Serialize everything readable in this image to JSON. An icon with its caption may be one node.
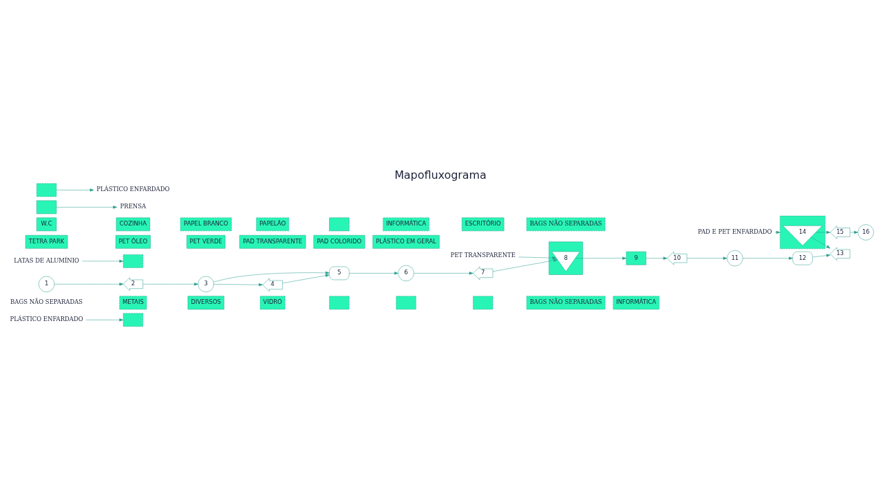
{
  "diagram": {
    "title": "Mapofluxograma",
    "nodes": [
      {
        "text": [
          "PLÁSTICO ENFARDADO"
        ]
      },
      {
        "text": [
          "METAIS"
        ]
      },
      {
        "text": [
          "DIVERSOS"
        ]
      },
      {
        "text": [
          "PAD E PET ENFARDADO"
        ]
      },
      {
        "text": [
          "PET TRANSPARENTE"
        ]
      },
      {
        "text": [
          "LATAS DE ALUMÍNIO"
        ]
      },
      {
        "text": [],
        "shape": "box"
      },
      {
        "text": [],
        "shape": "box"
      },
      {
        "text": [],
        "shape": "box"
      },
      {
        "text": [
          "VIDRO"
        ]
      },
      {
        "text": [
          "BAGS NÃO SEPARADAS"
        ]
      },
      {
        "text": [],
        "shape": "box"
      },
      {
        "text": [
          "14"
        ],
        "in": 11
      },
      {
        "text": [
          "TETRA PARK"
        ]
      },
      {
        "text": [
          "PET ÓLEO"
        ]
      },
      {
        "text": [
          "PET VERDE"
        ]
      },
      {
        "text": [],
        "shape": "box"
      },
      {
        "text": [
          "8"
        ],
        "in": 16
      },
      {
        "text": [
          "PAD TRANSPARENTE"
        ]
      },
      {
        "text": [
          "PAD COLORIDO"
        ]
      },
      {
        "text": [
          "PLÁSTICO EM GERAL"
        ]
      },
      {
        "text": [
          "INFORMÁTICA"
        ]
      },
      {
        "text": [
          "6"
        ]
      },
      {
        "text": [
          "5"
        ]
      },
      {
        "text": [
          "3"
        ]
      },
      {
        "text": [
          "2"
        ]
      },
      {
        "text": [
          "1"
        ]
      },
      {
        "text": [
          "13"
        ]
      },
      {
        "text": [
          "9"
        ]
      },
      {
        "text": [
          "7"
        ]
      },
      {
        "text": [
          "4"
        ]
      },
      {
        "text": [],
        "shape": "box"
      },
      {
        "text": [],
        "shape": "box"
      },
      {
        "text": [
          "10"
        ]
      },
      {
        "text": [
          "16"
        ]
      },
      {
        "text": [
          "15"
        ]
      },
      {
        "text": [
          "W.C"
        ]
      },
      {
        "text": [
          "COZINHA"
        ]
      },
      {
        "text": [
          "PAPEL BRANCO"
        ]
      },
      {
        "text": [
          "PAPELÃO"
        ]
      },
      {
        "text": [],
        "shape": "box"
      },
      {
        "text": [
          "11"
        ]
      },
      {
        "text": [],
        "shape": "box"
      },
      {
        "text": [
          "12"
        ]
      },
      {
        "text": [],
        "shape": "box"
      },
      {
        "text": [
          "INFORMÁTICA"
        ]
      },
      {
        "text": [
          "ESCRITÓRIO"
        ]
      },
      {
        "text": [
          "BAGS NÃO SEPARADAS"
        ]
      },
      {
        "text": [
          "PRENSA"
        ]
      },
      {
        "text": [
          "PLÁSTICO ENFARDADO"
        ]
      }
    ],
    "edges": [
      {
        "from": 26,
        "to": 25,
        "arrow": "to"
      },
      {
        "from": 25,
        "to": 24,
        "arrow": "to"
      },
      {
        "from": 24,
        "to": 23,
        "arrow": "to"
      },
      {
        "from": 24,
        "to": 30,
        "arrow": "to"
      },
      {
        "from": 30,
        "to": 23,
        "arrow": "to"
      },
      {
        "from": 23,
        "to": 22,
        "arrow": "to"
      },
      {
        "from": 22,
        "to": 29,
        "arrow": "to"
      },
      {
        "from": 29,
        "to": 17,
        "arrow": "to"
      },
      {
        "from": 17,
        "to": 28,
        "arrow": "to"
      },
      {
        "from": 28,
        "to": 33,
        "arrow": "to"
      },
      {
        "from": 33,
        "to": 41,
        "arrow": "to"
      },
      {
        "from": 41,
        "to": 43,
        "arrow": "to"
      },
      {
        "from": 43,
        "to": 27,
        "arrow": "to"
      },
      {
        "from": 12,
        "to": 27,
        "arrow": "to"
      },
      {
        "from": 12,
        "to": 35,
        "arrow": "to"
      },
      {
        "from": 35,
        "to": 34,
        "arrow": "to"
      },
      {
        "from": 3,
        "to": 11,
        "arrow": "to"
      },
      {
        "from": 4,
        "to": 17,
        "arrow": "to"
      },
      {
        "from": 0,
        "to": 31,
        "arrow": "to"
      },
      {
        "from": 5,
        "to": 32,
        "arrow": "to"
      },
      {
        "from": 42,
        "to": 48,
        "arrow": "to"
      },
      {
        "from": 44,
        "to": 49,
        "arrow": "to"
      }
    ],
    "labels": [
      "BAGS NÃO SEPARADAS"
    ]
  }
}
